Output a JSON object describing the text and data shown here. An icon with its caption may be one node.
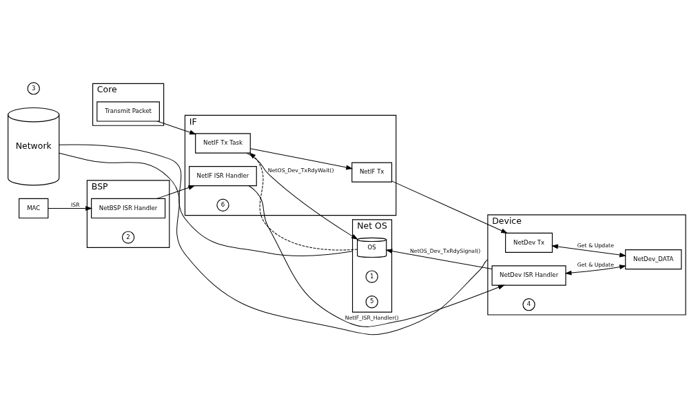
{
  "diagram": {
    "nodes": [
      {
        "text": [
          "Core"
        ]
      },
      {
        "text": [
          "Transmit Packet"
        ],
        "in": 0
      },
      {
        "text": [
          "IF"
        ]
      },
      {
        "text": [
          "NetIF Tx Task"
        ],
        "in": 2
      },
      {
        "text": [
          "NetIF Tx"
        ],
        "in": 2
      },
      {
        "text": [
          "NetIF ISR Handler"
        ],
        "in": 2
      },
      {
        "text": [
          "Net OS"
        ]
      },
      {
        "text": [
          "OS"
        ],
        "in": 6
      },
      {
        "text": [
          "Device"
        ]
      },
      {
        "text": [
          "NetDev Tx"
        ],
        "in": 8
      },
      {
        "text": [
          "NetDev_DATA"
        ],
        "in": 8
      },
      {
        "text": [
          "NetDev ISR Handler"
        ],
        "in": 8
      },
      {
        "text": [
          "BSP"
        ]
      },
      {
        "text": [
          "NetBSP ISR Handler"
        ],
        "in": 12
      },
      {
        "text": [
          "MAC"
        ]
      },
      {
        "text": [
          "Network"
        ]
      },
      {
        "text": [
          "1"
        ],
        "in": 6
      },
      {
        "text": [
          "5"
        ],
        "in": 6
      },
      {
        "text": [
          "6"
        ],
        "in": 2
      },
      {
        "text": [
          "4"
        ],
        "in": 8
      },
      {
        "text": [
          "3"
        ]
      },
      {
        "text": [
          "2"
        ],
        "in": 12
      }
    ],
    "edges": [
      {
        "from": 1,
        "to": 3,
        "arrow": "to"
      },
      {
        "from": 3,
        "to": 7,
        "arrow": "to",
        "label": "NetOS_Dev_TxRdyWait()"
      },
      {
        "from": 7,
        "to": 3,
        "arrow": "to",
        "style": "dashed"
      },
      {
        "from": 3,
        "to": 4,
        "arrow": "to"
      },
      {
        "from": 4,
        "to": 9,
        "arrow": "to"
      },
      {
        "from": 9,
        "to": 10,
        "arrow": "both",
        "label": "Get & Update"
      },
      {
        "from": 11,
        "to": 10,
        "arrow": "both",
        "label": "Get & Update"
      },
      {
        "from": 11,
        "to": 7,
        "arrow": "to",
        "label": "NetOS_Dev_TxRdySignal()"
      },
      {
        "from": 5,
        "to": 11,
        "arrow": "to",
        "label": "NetIF_ISR_Handler()"
      },
      {
        "from": 13,
        "to": 5,
        "arrow": "to"
      },
      {
        "from": 14,
        "to": 13,
        "arrow": "to",
        "label": "ISR"
      },
      {
        "from": 15,
        "to": 6,
        "arrow": "none"
      },
      {
        "from": 15,
        "to": 8,
        "arrow": "none"
      }
    ]
  }
}
